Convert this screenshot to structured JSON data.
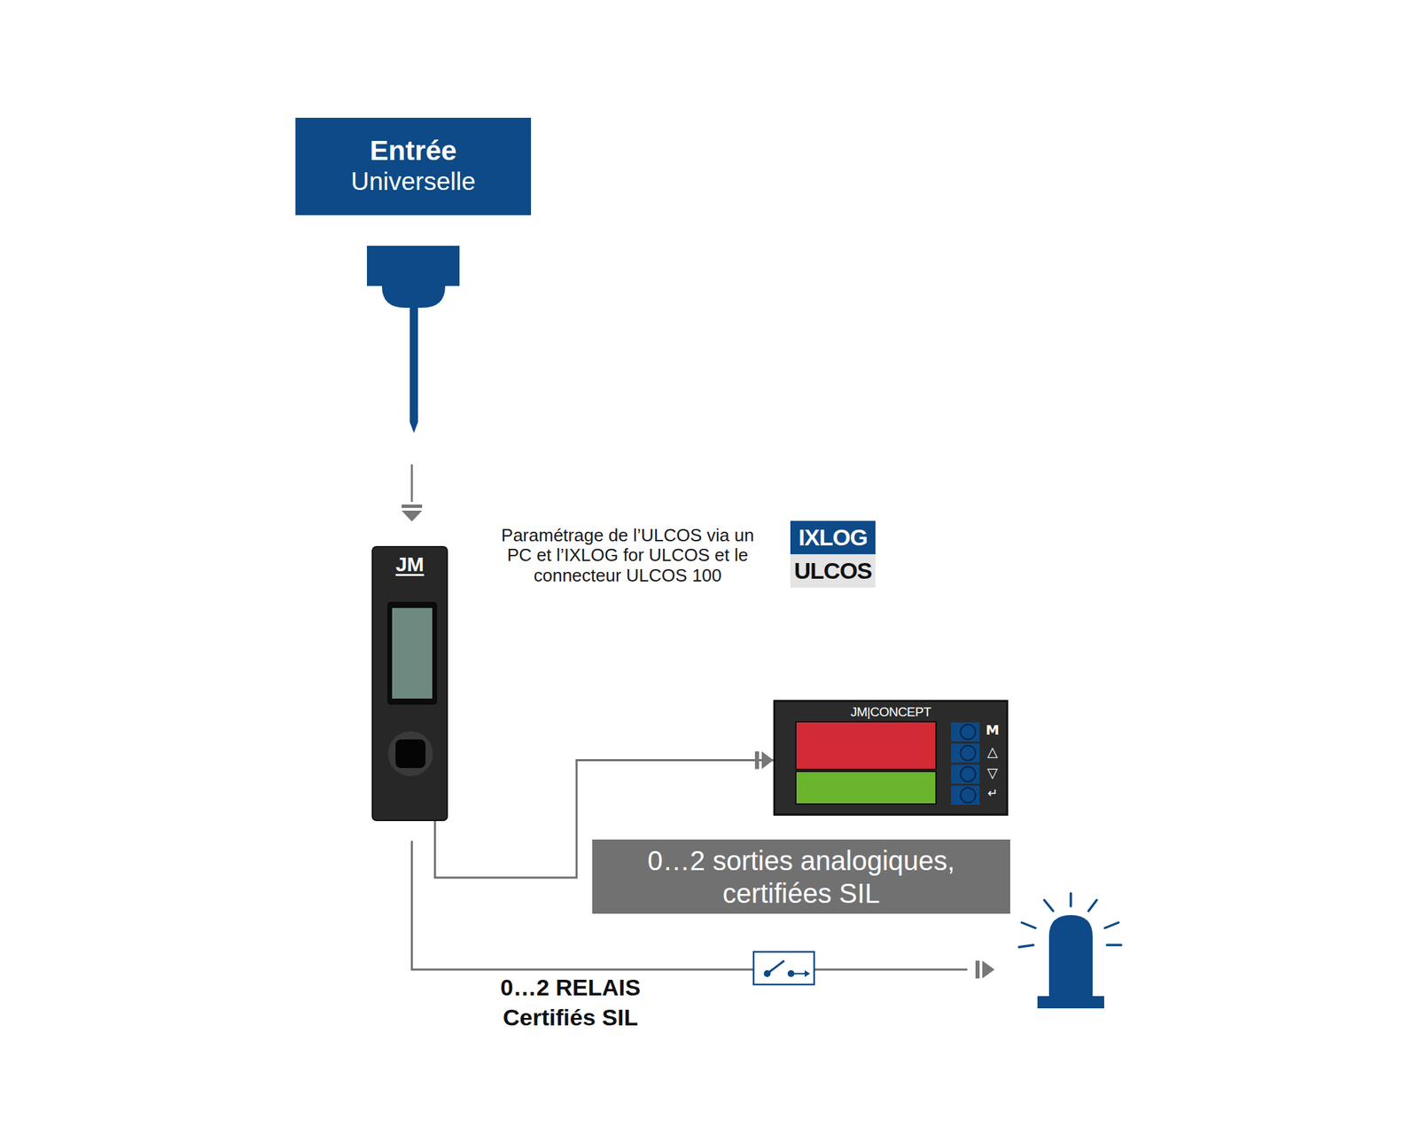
{
  "diagram": {
    "nodes": [
      {
        "text": [
          "Entrée",
          "Universelle"
        ]
      },
      {
        "text": [
          "JM"
        ]
      },
      {
        "text": [
          "IXLOG"
        ]
      },
      {
        "text": [
          "ULCOS"
        ]
      },
      {
        "text": [
          "JM|CONCEPT"
        ]
      },
      {
        "text": [
          "0…2 sorties analogiques, certifiées SIL"
        ]
      }
    ],
    "edges": [
      {
        "from": 1,
        "to": 4,
        "arrow": "to"
      }
    ],
    "labels": [
      "Paramétrage de l’ULCOS via un PC et l’IXLOG for ULCOS et le connecteur ULCOS 100",
      "M",
      "△",
      "▽",
      "↵",
      "0…2 RELAIS Certifiés SIL"
    ]
  }
}
